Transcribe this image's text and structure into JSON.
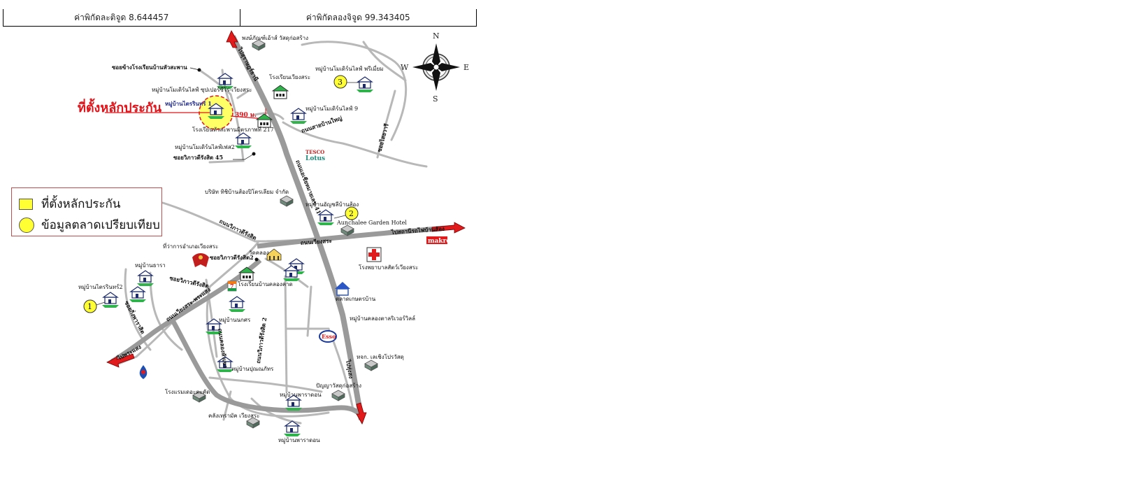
{
  "coords": {
    "latitude": "ค่าพิกัดละติจูด 8.644457",
    "longitude": "ค่าพิกัดลองจิจูด 99.343405"
  },
  "legend": {
    "collateral": "ที่ตั้งหลักประกัน",
    "market_data": "ข้อมูลตลาดเปรียบเทียบ"
  },
  "compass": {
    "n": "N",
    "s": "S",
    "e": "E",
    "w": "W"
  },
  "subject": {
    "label": "ที่ตั้งหลักประกัน",
    "village": "หมู่บ้านไตรรินทร์ 1",
    "distance": "390 ม."
  },
  "markers": [
    "1",
    "2",
    "3"
  ],
  "places": {
    "p_storehouse": "พงษ์ภัณฑ์เอ้าส์ วัสดุก่อสร้าง",
    "p_soi_school": "ซอยข้างโรงเรียนบ้านหัวสะพาน",
    "p_school_wiang": "โรงเรียนเวียงสระ",
    "p_village_3": "หมู่บ้านโมเดิร์นไลฟ์ พรีเมี่ยม",
    "p_modern_supply": "หมู่บ้านโมเดิร์นไลฟ์ ซุปเปอร์ซีโร่-เวียงสระ",
    "p_modern9": "หมู่บ้านโมเดิร์นไลฟ์ 9",
    "p_school_217": "โรงเรียนหัวสะพานมิตรภาพที่ 217",
    "p_modern2": "หมู่บ้านโมเดิร์นไลฟ์เฟส2",
    "p_soi_45": "ซอยวิภาวดีรังสิต 45",
    "p_tesco1": "TESCO",
    "p_tesco2": "Lotus",
    "p_company": "บริษัท ทิชิบ้านส้องปิโตรเลียม จำกัด",
    "p_village_2": "หมู่บ้านอัญชลีบ้านส้อง",
    "p_hotel": "Aunchalee Garden Hotel",
    "p_district": "ที่ว่าการอำเภอเวียงสระ",
    "p_wat": "วัดคลอง",
    "p_soi2": "ซอยวิภาวดีรังสิต2",
    "p_tara": "หมู่บ้านธารา",
    "p_vill_1": "หมู่บ้านไตรรินทร์2",
    "p_school_klong": "โรงเรียนบ้านคลองคาด",
    "p_hospital": "โรงพยาบาลสัตว์เวียงสระ",
    "p_market": "ตลาดเกษตรบ้าน",
    "p_river": "หมู่บ้านคลองตาลริเวอร์วิลล์",
    "p_nonthon": "หมู่บ้านนกศร",
    "p_partner": "หจก. เลเชิงโปรวัสดุ",
    "p_pinnapa": "หมู่บ้านปุณณภัทร",
    "p_hotel_lek": "โรงแรมเดอะตะคัด",
    "p_warakorn": "หมู่บ้านพาราดอน",
    "p_wisdom": "ปัญญาวัสดุก่อสร้าง",
    "p_makro": "makro",
    "p_warehouse": "คลังเทรามัค เวียงสระ",
    "p_warakorn2": "หมู่บ้านพาราดอน"
  },
  "roads": {
    "r_main": "ถนนเอเชียหมายเลข 41",
    "r_to_surat": "ไปสุราษฎร์ธานี",
    "r_to_station": "ไปสถานีรถไฟบ้านส้อง",
    "r_to_phunphin": "ไปทุ่งสง",
    "r_to_phang": "ไปพระแสง",
    "r_vipha": "ถนนวิภาวดีรังสิต",
    "r_wiang": "ถนนเวียงสระ",
    "r_bansong": "ถนนสายบ้านใหญ่",
    "r_soi_wiang": "ซอยวิภาวดีรังสิต",
    "r_wiang2": "ถนนเวียงสระ-พระแสง",
    "r_soi_side": "ซอยกิ่งพาราสิต",
    "r_khlong": "ถนนคลองหัวเขา",
    "r_soi_right": "ซอยไสยวารี",
    "r_vipha2": "ถนนวิภาวดีรังสิต 2"
  },
  "colors": {
    "main_road": "#9a9a9a",
    "road": "#b8b8b8",
    "arrow": "#e11b1b",
    "marker": "#ffff33",
    "red_text": "#e0151b",
    "building_green": "#2fb34a"
  },
  "icons": [
    "compass-rose-icon",
    "red-arrow-icon",
    "house-icon",
    "school-icon",
    "temple-icon",
    "hospital-icon",
    "ptt-icon",
    "esso-icon",
    "seven-eleven-icon",
    "garuda-icon"
  ]
}
